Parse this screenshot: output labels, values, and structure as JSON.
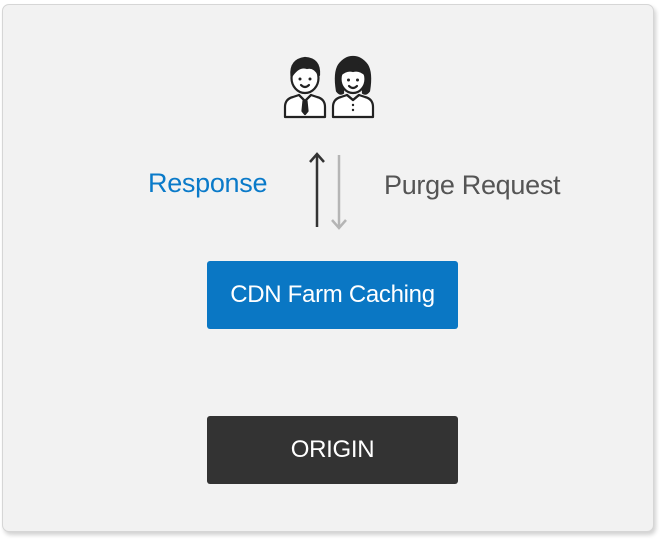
{
  "diagram": {
    "response_label": "Response",
    "purge_label": "Purge Request",
    "cdn_box_label": "CDN Farm Caching",
    "origin_box_label": "ORIGIN"
  },
  "colors": {
    "panel_background": "#f2f2f2",
    "accent_blue": "#0a7ac9",
    "cdn_box": "#0a77c4",
    "origin_box": "#333333",
    "purge_text": "#555555",
    "up_arrow": "#333333",
    "down_arrow": "#b5b5b5"
  },
  "icons": {
    "users": "male-and-female-users-icon",
    "response_arrow": "arrow-up-icon",
    "purge_arrow": "arrow-down-icon"
  }
}
